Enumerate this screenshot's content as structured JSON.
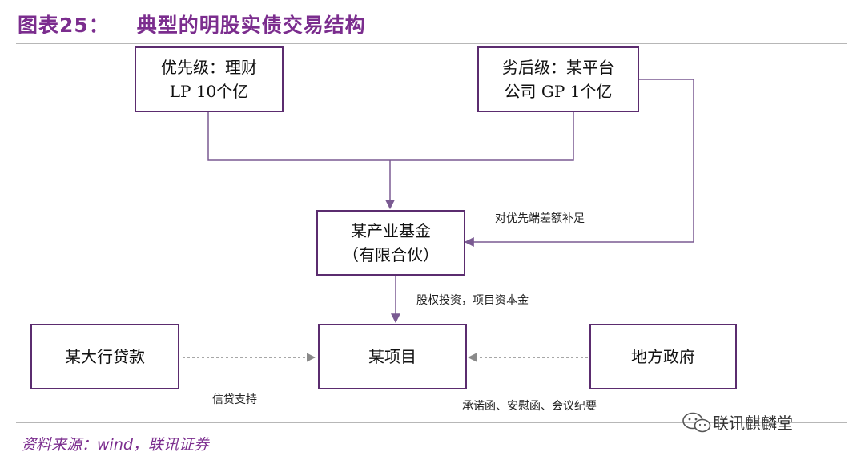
{
  "header": {
    "figure_no": "图表25：",
    "title": "典型的明股实债交易结构"
  },
  "nodes": {
    "senior": {
      "line1": "优先级：理财",
      "line2": "LP 10个亿"
    },
    "junior": {
      "line1": "劣后级：某平台",
      "line2": "公司 GP 1个亿"
    },
    "fund": {
      "line1": "某产业基金",
      "line2": "（有限合伙）"
    },
    "bank": {
      "label": "某大行贷款"
    },
    "project": {
      "label": "某项目"
    },
    "government": {
      "label": "地方政府"
    }
  },
  "edges": {
    "junior_to_fund": "对优先端差额补足",
    "fund_to_project": "股权投资，项目资本金",
    "bank_to_project": "信贷支持",
    "government_to_project": "承诺函、安慰函、会议纪要"
  },
  "footer": {
    "source": "资料来源：wind，联讯证券"
  },
  "watermark": {
    "text": "联讯麒麟堂"
  },
  "colors": {
    "accent": "#7b2d8e",
    "box_border": "#5b2c6f",
    "line": "#7a5a92"
  }
}
